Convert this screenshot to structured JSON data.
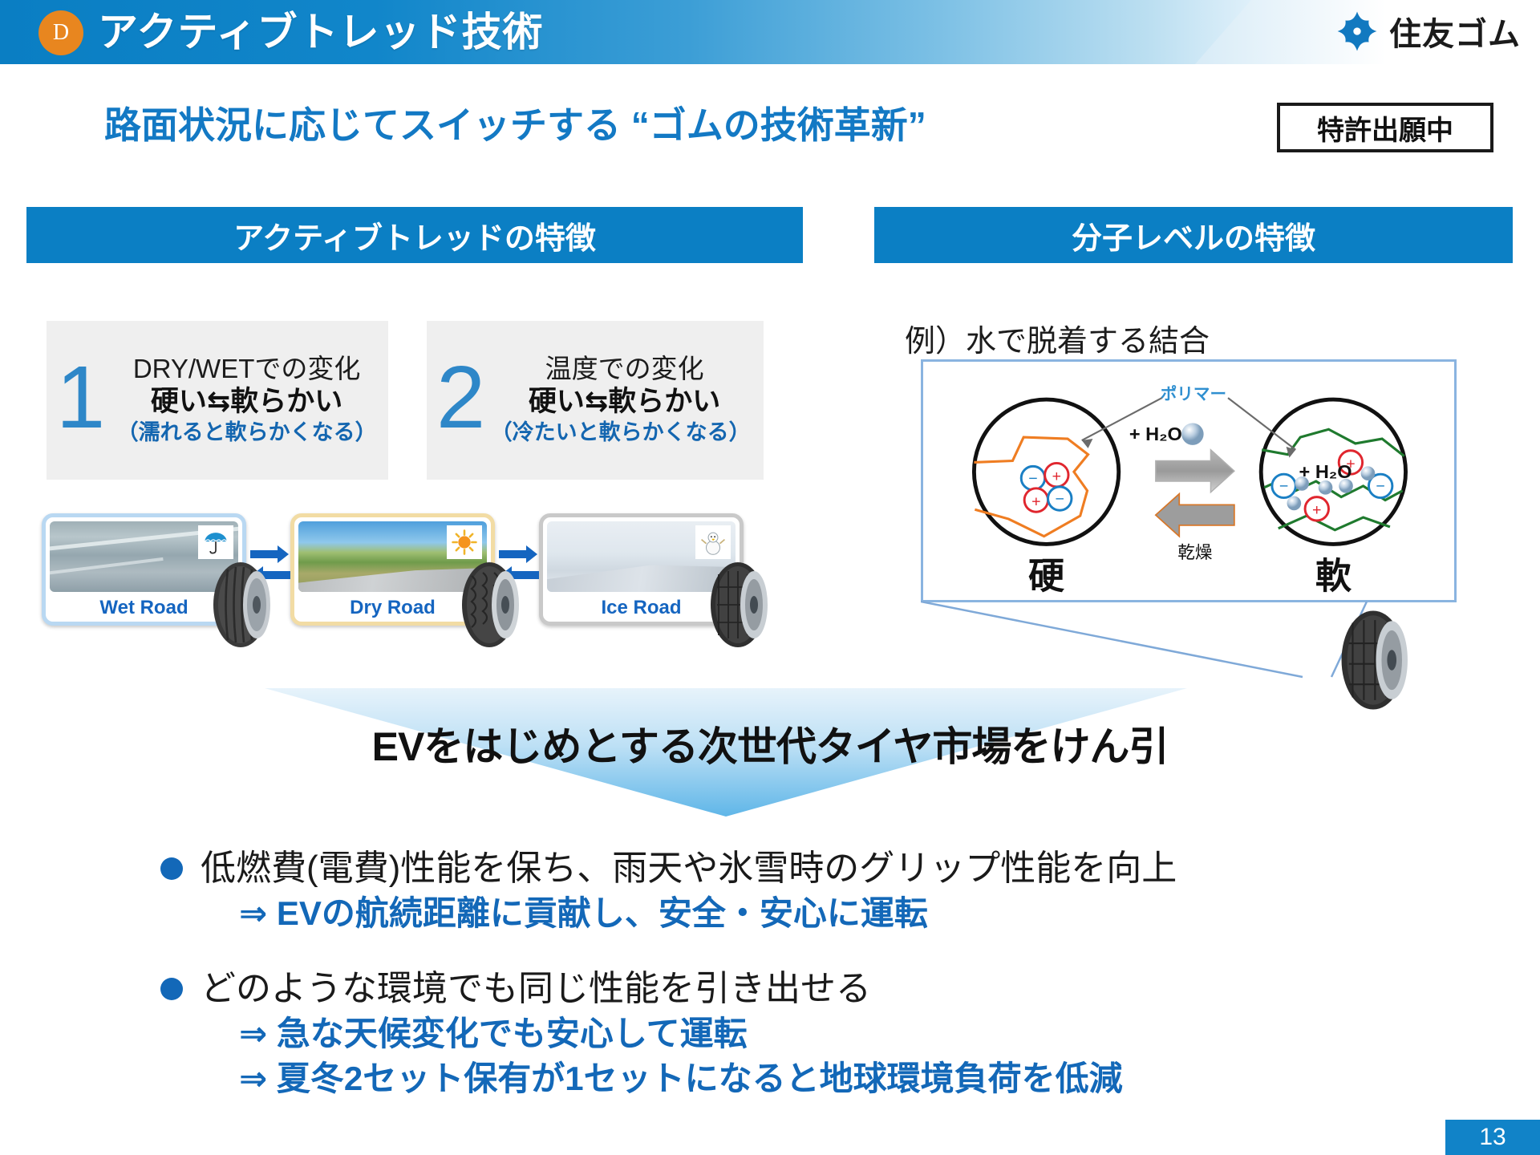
{
  "header": {
    "badge_letter": "D",
    "title": "アクティブトレッド技術",
    "logo_text": "住友ゴム",
    "logo_icon": "sumitomo-diamond-icon",
    "accent_color": "#0b7fc4",
    "badge_color": "#e8861f"
  },
  "subtitle": "路面状況に応じてスイッチする “ゴムの技術革新”",
  "patent_badge": "特許出願中",
  "sections": {
    "left_header": "アクティブトレッドの特徴",
    "right_header": "分子レベルの特徴"
  },
  "features": [
    {
      "number": "1",
      "line1": "DRY/WETでの変化",
      "line2": "硬い⇆軟らかい",
      "line3": "（濡れると軟らかくなる）"
    },
    {
      "number": "2",
      "line1": "温度での変化",
      "line2": "硬い⇆軟らかい",
      "line3": "（冷たいと軟らかくなる）"
    }
  ],
  "roads": [
    {
      "label": "Wet Road",
      "weather_icon": "umbrella-icon",
      "border_color": "#b9d8f2"
    },
    {
      "label": "Dry Road",
      "weather_icon": "sun-icon",
      "border_color": "#f2dca4"
    },
    {
      "label": "Ice Road",
      "weather_icon": "snowman-icon",
      "border_color": "#c9c9c9"
    }
  ],
  "molecular": {
    "title": "例）水で脱着する結合",
    "polymer_label": "ポリマー",
    "forward_label": "+ H₂O",
    "reverse_label": "乾燥",
    "inner_water_label": "+ H₂O",
    "left_state": "硬",
    "right_state": "軟",
    "ion_plus": "+",
    "ion_minus": "−",
    "left_polymer_color": "#ef7d22",
    "right_polymer_color": "#1f7a2e"
  },
  "banner": "EVをはじめとする次世代タイヤ市場をけん引",
  "bullets": [
    {
      "main": "低燃費(電費)性能を保ち、雨天や氷雪時のグリップ性能を向上",
      "subs": [
        "⇒ EVの航続距離に貢献し、安全・安心に運転"
      ]
    },
    {
      "main": "どのような環境でも同じ性能を引き出せる",
      "subs": [
        "⇒ 急な天候変化でも安心して運転",
        "⇒ 夏冬2セット保有が1セットになると地球環境負荷を低減"
      ]
    }
  ],
  "page_number": "13"
}
